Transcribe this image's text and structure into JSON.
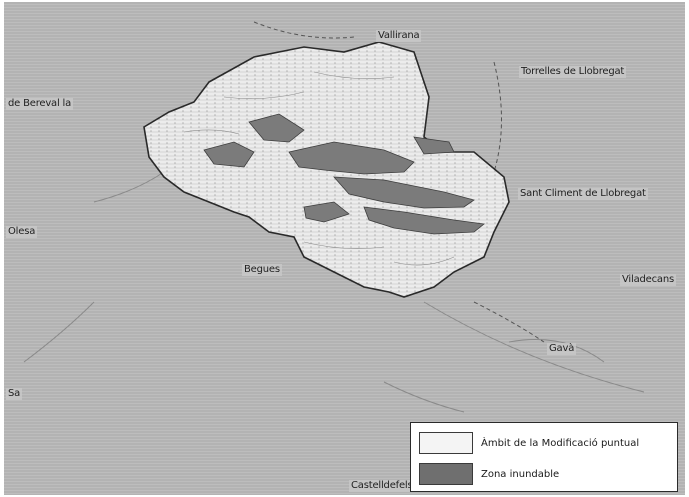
{
  "places": {
    "vallirana": "Vallirana",
    "torrelles": "Torrelles de Llobregat",
    "begues_west": "de Bereval la",
    "sant_climent": "Sant Climent de Llobregat",
    "olesa": "Olesa",
    "begues": "Begues",
    "viladecans": "Viladecans",
    "gava": "Gavà",
    "sitges_edge": "Sa",
    "castelldefels": "Castelldefels"
  },
  "legend": {
    "items": [
      {
        "label": "Àmbit de la Modificació puntual",
        "color": "#f4f4f4"
      },
      {
        "label": "Zona inundable",
        "color": "#6f6f6f"
      }
    ]
  },
  "colors": {
    "background": "#bcbcbc",
    "ambit_fill": "#e9e9e9",
    "flood_fill": "#7a7a7a",
    "border": "#2a2a2a"
  }
}
